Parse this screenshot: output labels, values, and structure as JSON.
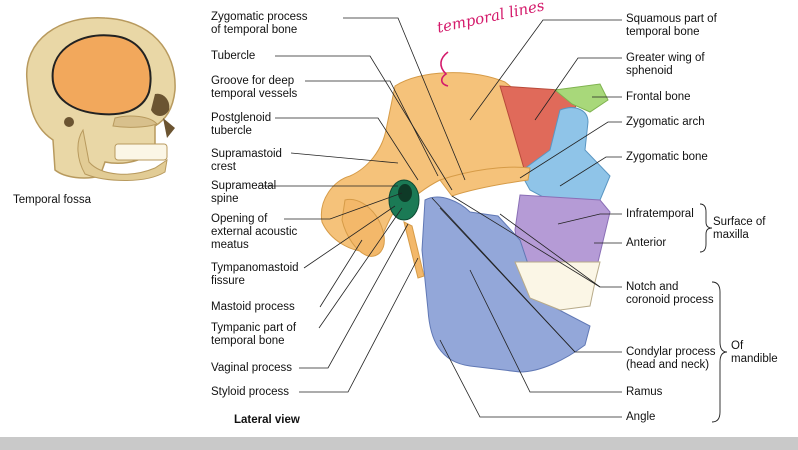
{
  "inset": {
    "caption": "Temporal fossa"
  },
  "view_caption": "Lateral view",
  "annotation": "temporal lines",
  "labels_left": [
    "Zygomatic process\nof temporal bone",
    "Tubercle",
    "Groove for deep\ntemporal vessels",
    "Postglenoid\ntubercle",
    "Supramastoid\ncrest",
    "Suprameatal\nspine",
    "Opening of\nexternal acoustic\nmeatus",
    "Tympanomastoid\nfissure",
    "Mastoid process",
    "Tympanic part of\ntemporal bone",
    "Vaginal process",
    "Styloid process"
  ],
  "labels_right": [
    "Squamous part of\ntemporal bone",
    "Greater wing of\nsphenoid",
    "Frontal bone",
    "Zygomatic arch",
    "Zygomatic bone",
    "Infratemporal",
    "Anterior",
    "Notch and\ncoronoid process",
    "Condylar process\n(head and neck)",
    "Ramus",
    "Angle"
  ],
  "group_maxilla": "Surface of\nmaxilla",
  "group_mandible": "Of\nmandible",
  "colors": {
    "temporal": "#f5c27a",
    "sphenoid": "#e06a5a",
    "frontal": "#a8d87a",
    "zygomatic": "#8fc4e8",
    "maxilla": "#b59bd6",
    "mandible": "#93a7d9",
    "tympanic": "#1b7a55",
    "skull": "#e9d7a6",
    "annotation": "#d41a6b"
  }
}
